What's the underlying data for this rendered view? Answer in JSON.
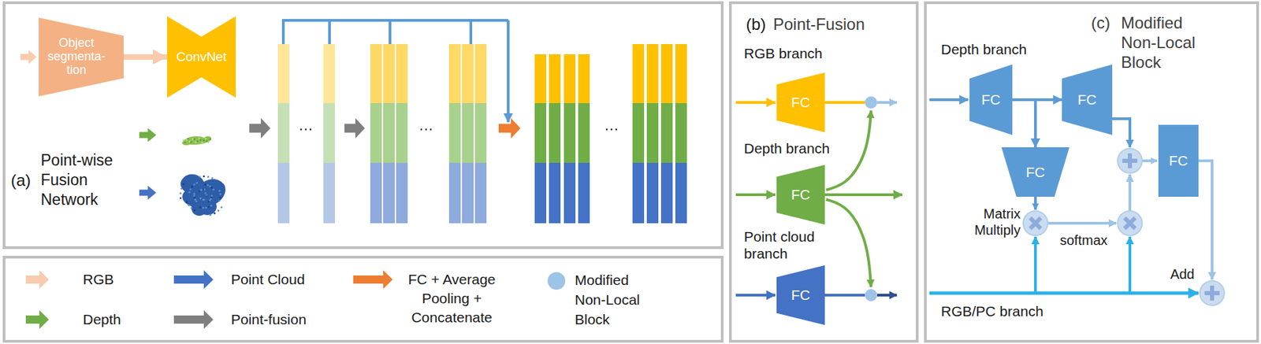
{
  "diagram": {
    "nodes": [
      {
        "text": [
          "Object segmenta- tion"
        ]
      },
      {
        "text": [
          "ConvNet"
        ]
      },
      {
        "text": [
          "FC"
        ]
      },
      {
        "text": [
          "FC"
        ]
      },
      {
        "text": [
          "FC"
        ]
      },
      {
        "text": [
          "FC"
        ]
      },
      {
        "text": [
          "FC"
        ]
      },
      {
        "text": [
          "FC"
        ]
      },
      {
        "text": [
          "FC"
        ]
      }
    ],
    "edges": [
      {
        "from": 0,
        "to": 1,
        "arrow": "to"
      },
      {
        "from": 5,
        "to": 6,
        "arrow": "to"
      },
      {
        "from": 5,
        "to": 7,
        "arrow": "to"
      }
    ],
    "labels": [
      "(a)",
      "Point-wise Fusion Network",
      "…",
      "…",
      "…",
      "(b)",
      "Point-Fusion",
      "RGB branch",
      "Depth branch",
      "Point cloud branch",
      "(c)",
      "Modified Non-Local Block",
      "Depth branch",
      "Matrix Multiply",
      "softmax",
      "Add",
      "RGB/PC branch"
    ],
    "legend": [
      {
        "text": "RGB",
        "color": "#f8cbad"
      },
      {
        "text": "Point Cloud",
        "color": "#4472c4"
      },
      {
        "text": "FC + Average Pooling + Concatenate",
        "color": "#ed7d31"
      },
      {
        "text": "Modified Non-Local Block",
        "color": "#9dc3e6"
      },
      {
        "text": "Depth",
        "color": "#70ad47"
      },
      {
        "text": "Point-fusion",
        "color": "#7f7f7f"
      }
    ]
  }
}
